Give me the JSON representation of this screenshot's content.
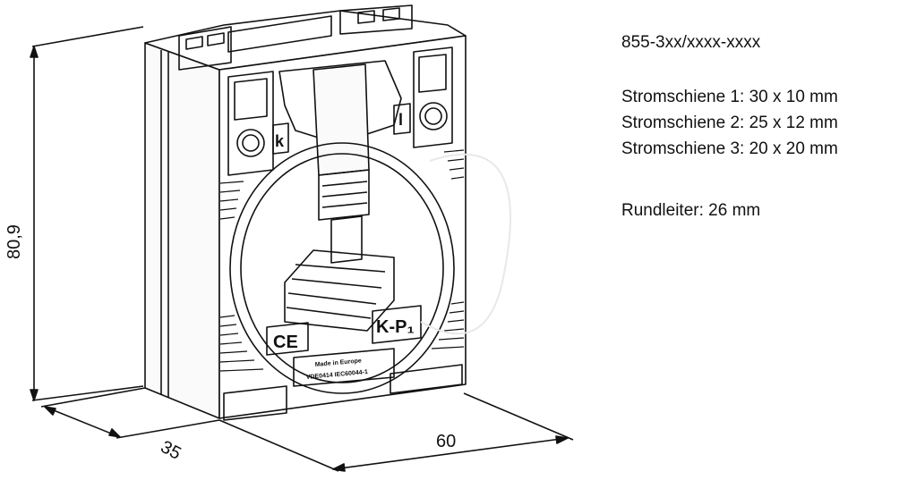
{
  "part_number": "855-3xx/xxxx-xxxx",
  "busbars": [
    "Stromschiene 1: 30 x 10 mm",
    "Stromschiene 2: 25 x 12 mm",
    "Stromschiene 3: 20 x 20 mm"
  ],
  "round_conductor": "Rundleiter: 26 mm",
  "dimensions": {
    "height": "80,9",
    "depth": "35",
    "width": "60"
  },
  "markings": {
    "ce": "CE",
    "kp": "K-P₁",
    "k": "k",
    "l": "l",
    "made_in": "Made in Europe",
    "standard": "VDE0414 IEC60044-1"
  }
}
